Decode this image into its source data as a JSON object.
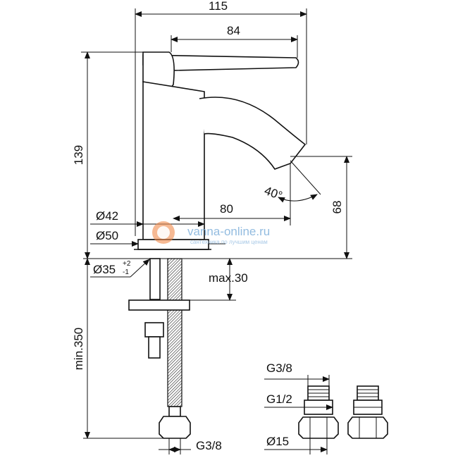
{
  "dimensions": {
    "width_total": "115",
    "width_spout": "84",
    "height_total": "139",
    "spout_height": "68",
    "spout_reach": "80",
    "base_diameter_42": "Ø42",
    "base_diameter_50": "Ø50",
    "hole_diameter": "Ø35",
    "hole_tol_upper": "+2",
    "hole_tol_lower": "-1",
    "max_thickness": "max.30",
    "hose_length": "min.350",
    "hose_thread": "G3/8",
    "spray_angle": "40°"
  },
  "adapter": {
    "thread_top": "G3/8",
    "thread_mid": "G1/2",
    "diameter_bottom": "Ø15"
  },
  "watermark": {
    "site": "vanna-online.ru",
    "tagline": "сантехника по лучшим ценам"
  },
  "colors": {
    "line": "#111111",
    "watermark_blue": "#6fa6d6",
    "watermark_orange": "#f08a4b"
  }
}
